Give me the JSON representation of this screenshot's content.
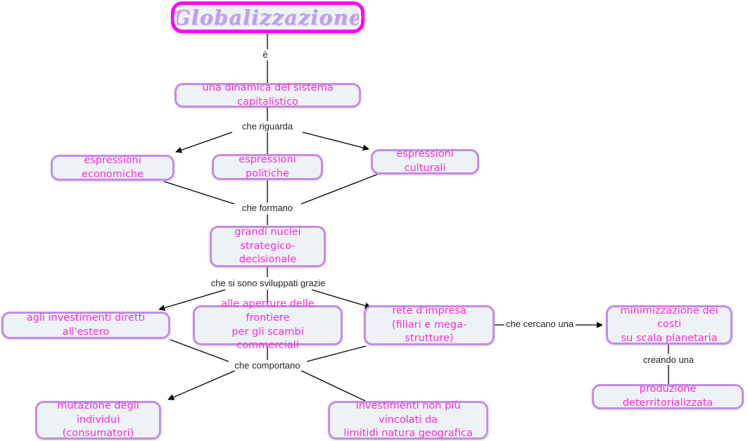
{
  "map": {
    "title_node": {
      "label": "Globalizzazione"
    },
    "nodes": [
      {
        "id": "dinamica",
        "label": "una dinamica del sistema capitalistico"
      },
      {
        "id": "economiche",
        "label": "espressioni economiche"
      },
      {
        "id": "politiche",
        "label": "espressioni politiche"
      },
      {
        "id": "culturali",
        "label": "espressioni culturali"
      },
      {
        "id": "nuclei",
        "label": "grandi nuclei\nstrategico-decisionale"
      },
      {
        "id": "esteri",
        "label": "agli investimenti diretti all'estero"
      },
      {
        "id": "frontiere",
        "label": "alle aperture delle frontiere\nper gli scambi commerciali"
      },
      {
        "id": "rete",
        "label": "rete d'impresa\n(filiari e mega-strutture)"
      },
      {
        "id": "minimizz",
        "label": "minimizzazione dei costi\nsu scala planetaria"
      },
      {
        "id": "produzione",
        "label": "produzione deterritorializzata"
      },
      {
        "id": "mutazione",
        "label": "mutazione degli individui\n(consumatori)"
      },
      {
        "id": "vincolati",
        "label": "investimenti non più vincolati da\nlimitidi natura geografica"
      }
    ],
    "link_labels": [
      {
        "id": "e",
        "label": "è"
      },
      {
        "id": "riguarda",
        "label": "che riguarda"
      },
      {
        "id": "formano",
        "label": "che formano"
      },
      {
        "id": "sviluppati",
        "label": "che si sono sviluppati grazie"
      },
      {
        "id": "comportano",
        "label": "che comportano"
      },
      {
        "id": "cercano",
        "label": "che cercano una"
      },
      {
        "id": "creando",
        "label": "creando una"
      }
    ],
    "colors": {
      "node_fill": "#edf2f6",
      "node_border": "#c38ce8",
      "node_text": "#ff2bd1",
      "title_border": "#ff00ff",
      "title_text": "#bfa0e6",
      "link_line": "#000000",
      "link_label_text": "#222222",
      "background": "#ffffff"
    }
  }
}
